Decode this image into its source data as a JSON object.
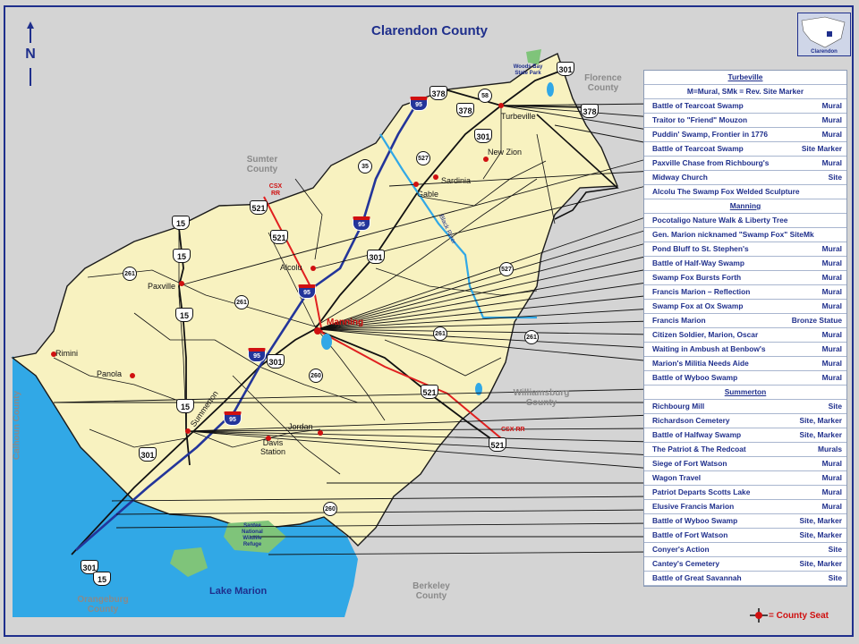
{
  "title": "Clarendon County",
  "north": "N",
  "inset_label": "Clarendon",
  "neighbor_counties": {
    "florence": "Florence County",
    "sumter": "Sumter County",
    "williamsburg": "Williamsburg County",
    "calhoun": "Calhoun County",
    "orangeburg": "Orangeburg County",
    "berkeley": "Berkeley County"
  },
  "places": {
    "turbeville": "Turbeville",
    "new_zion": "New Zion",
    "sardinia": "Sardinia",
    "gable": "Gable",
    "alcolu": "Alcolu",
    "paxville": "Paxville",
    "manning": "Manning",
    "rimini": "Rimini",
    "panola": "Panola",
    "summerton": "Summerton",
    "jordan": "Jordan",
    "davis_station": "Davis Station",
    "woods_bay": "Woods Bay State Park",
    "santee_refuge": "Santee National Wildlife Refuge",
    "lake_marion": "Lake Marion",
    "black_river": "Black River",
    "csx_rr_1": "CSX RR",
    "csx_rr_2": "CSX RR"
  },
  "route_shields": [
    "378",
    "378",
    "378",
    "301",
    "301",
    "301",
    "301",
    "301",
    "301",
    "58",
    "527",
    "527",
    "35",
    "521",
    "521",
    "521",
    "521",
    "15",
    "15",
    "15",
    "15",
    "15",
    "261",
    "261",
    "261",
    "261",
    "260",
    "260",
    "95",
    "95",
    "95",
    "95",
    "95"
  ],
  "legend": {
    "key_text": "M=Mural,   SMk = Rev.  Site Marker",
    "sections": [
      {
        "title": "Turbeville",
        "items": [
          {
            "name": "Battle of Tearcoat  Swamp",
            "type": "Mural"
          },
          {
            "name": "Traitor to \"Friend\" Mouzon",
            "type": "Mural"
          },
          {
            "name": "Puddin' Swamp, Frontier in 1776",
            "type": "Mural"
          },
          {
            "name": "Battle of Tearcoat  Swamp",
            "type": "Site Marker"
          },
          {
            "name": "Paxville Chase from Richbourg's",
            "type": "Mural"
          },
          {
            "name": "Midway Church",
            "type": "Site"
          },
          {
            "name": "Alcolu         The Swamp Fox      Welded Sculpture",
            "type": ""
          }
        ]
      },
      {
        "title": "Manning",
        "items": [
          {
            "name": "Pocotaligo Nature Walk         &           Liberty Tree",
            "type": ""
          },
          {
            "name": "Gen. Marion nicknamed  \"Swamp Fox\" SiteMk",
            "type": ""
          },
          {
            "name": "Pond Bluff to St. Stephen's",
            "type": "Mural"
          },
          {
            "name": "Battle of Half-Way Swamp",
            "type": "Mural"
          },
          {
            "name": "Swamp Fox Bursts Forth",
            "type": "Mural"
          },
          {
            "name": "Francis Marion – Reflection",
            "type": "Mural"
          },
          {
            "name": "Swamp Fox at Ox  Swamp",
            "type": "Mural"
          },
          {
            "name": "Francis Marion",
            "type": "Bronze Statue"
          },
          {
            "name": "Citizen Soldier, Marion, Oscar",
            "type": "Mural"
          },
          {
            "name": "Waiting in Ambush at Benbow's",
            "type": "Mural"
          },
          {
            "name": "Marion's Militia Needs Aide",
            "type": "Mural"
          },
          {
            "name": "Battle of Wyboo Swamp",
            "type": "Mural"
          }
        ]
      },
      {
        "title": "Summerton",
        "items": [
          {
            "name": "Richbourg Mill",
            "type": "Site"
          },
          {
            "name": "Richardson Cemetery",
            "type": "Site, Marker"
          },
          {
            "name": "Battle of Halfway Swamp",
            "type": "Site, Marker"
          },
          {
            "name": "The Patriot & The Redcoat",
            "type": "Murals"
          },
          {
            "name": "Siege of Fort Watson",
            "type": "Mural"
          },
          {
            "name": "Wagon Travel",
            "type": "Mural"
          },
          {
            "name": "Patriot Departs Scotts Lake",
            "type": "Mural"
          },
          {
            "name": "Elusive Francis Marion",
            "type": "Mural"
          },
          {
            "name": "Battle of Wyboo Swamp",
            "type": "Site, Marker"
          },
          {
            "name": "Battle of Fort Watson",
            "type": "Site, Marker"
          },
          {
            "name": "Conyer's Action",
            "type": "Site"
          },
          {
            "name": "Cantey's Cemetery",
            "type": "Site, Marker"
          },
          {
            "name": "Battle of Great Savannah",
            "type": "Site"
          }
        ]
      }
    ]
  },
  "county_seat_key": "= County Seat",
  "colors": {
    "county_fill": "#f8f2c0",
    "water": "#31a8e6",
    "interstate": "#23359a",
    "railroad": "#e02020",
    "text": "#1f2f8c",
    "neighbor_text": "#8a8a8a"
  }
}
